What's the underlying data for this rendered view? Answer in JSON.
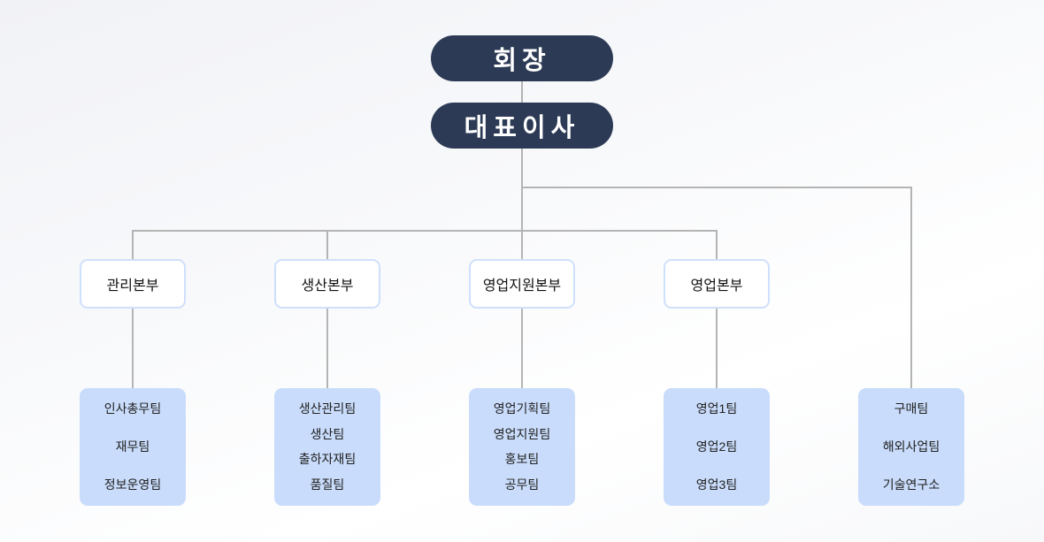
{
  "chairman": "회장",
  "ceo": "대표이사",
  "divisions": [
    {
      "name": "관리본부",
      "teams": [
        "인사총무팀",
        "재무팀",
        "정보운영팀"
      ]
    },
    {
      "name": "생산본부",
      "teams": [
        "생산관리팀",
        "생산팀",
        "출하자재팀",
        "품질팀"
      ]
    },
    {
      "name": "영업지원본부",
      "teams": [
        "영업기획팀",
        "영업지원팀",
        "홍보팀",
        "공무팀"
      ]
    },
    {
      "name": "영업본부",
      "teams": [
        "영업1팀",
        "영업2팀",
        "영업3팀"
      ]
    }
  ],
  "direct_teams": [
    "구매팀",
    "해외사업팀",
    "기술연구소"
  ],
  "colors": {
    "top_box": "#2c3a55",
    "team_box": "#c9dcfb",
    "dept_border": "#cfe0fb",
    "line": "#b4b4b4"
  }
}
